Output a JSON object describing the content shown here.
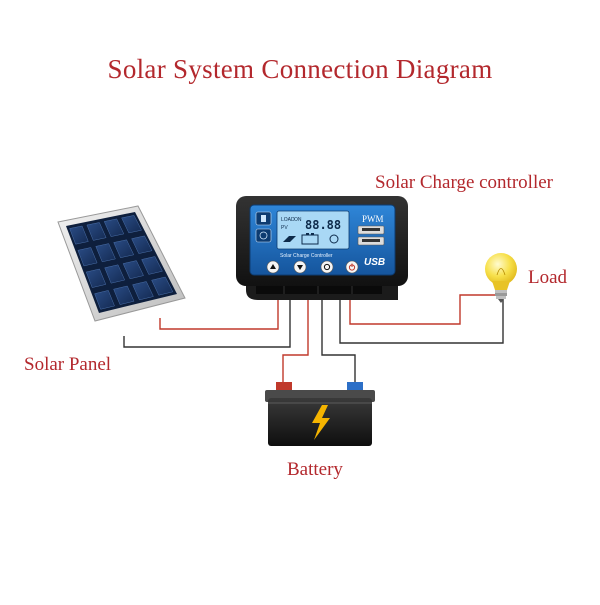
{
  "title": "Solar System Connection Diagram",
  "labels": {
    "controller": "Solar Charge controller",
    "load": "Load",
    "panel": "Solar Panel",
    "battery": "Battery"
  },
  "controller": {
    "type_label": "PWM",
    "brand_text": "Solar Charge Controller",
    "display_digits": "88.88",
    "usb_label": "USB",
    "lcd_labels": [
      "LOAD",
      "ON",
      "PV"
    ]
  },
  "colors": {
    "label_text": "#b3282d",
    "positive_wire": "#c0392b",
    "negative_wire": "#333333",
    "controller_face": "#1e6fc2",
    "controller_body": "#1c1c1c",
    "lcd": "#a9d8f5",
    "panel_cell": "#1b3563",
    "battery_bolt": "#f5b400",
    "bulb": "#f7e04a"
  },
  "icons": [
    "solar-panel-icon",
    "charge-controller-icon",
    "battery-icon",
    "light-bulb-icon",
    "lightning-bolt-icon"
  ]
}
